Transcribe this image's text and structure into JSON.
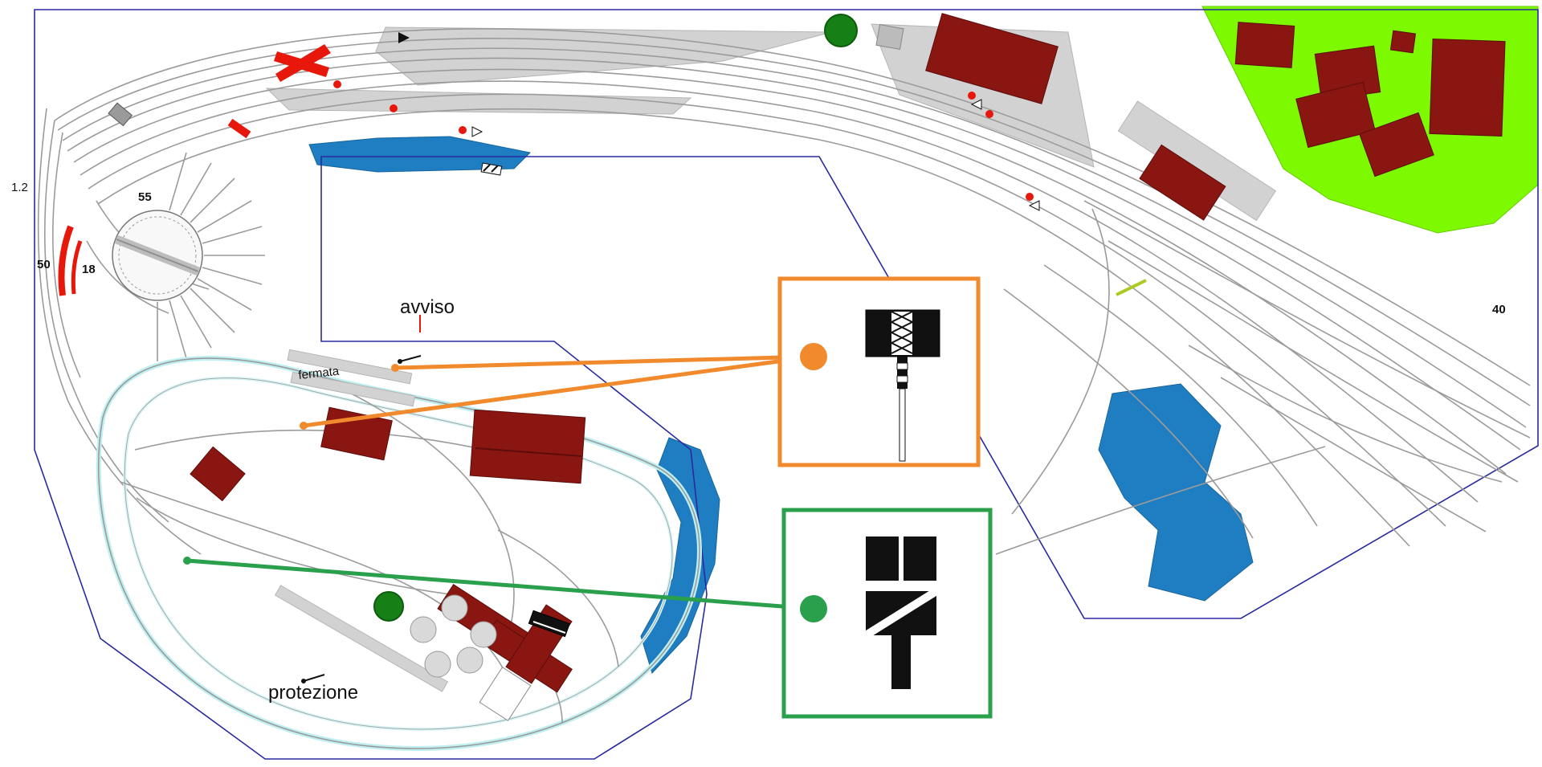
{
  "diagram": {
    "title": "model railway track plan",
    "labels": {
      "avviso": "avviso",
      "fermata": "fermata",
      "protezione": "protezione"
    },
    "numbers": {
      "left_margin": "1.2",
      "left_curve": "50",
      "left_inner": "18",
      "turntable": "55",
      "right_margin": "40"
    },
    "callouts": {
      "advance": {
        "icon": "advance-signal-board-icon",
        "border_color": "#F18A2D"
      },
      "protection": {
        "icon": "protection-signal-board-icon",
        "border_color": "#2BA04C"
      }
    },
    "colors": {
      "outline": "#2A2AA0",
      "track": "#9B9B9B",
      "paved": "#D2D2D2",
      "building": "#8A1612",
      "lawn": "#7DF900",
      "water": "#1F7EC2",
      "highlight_track": "#BFEFF1",
      "signal_red": "#E8170B",
      "callout_orange": "#F18A2D",
      "callout_green": "#2BA04C",
      "tree": "#168016"
    }
  }
}
